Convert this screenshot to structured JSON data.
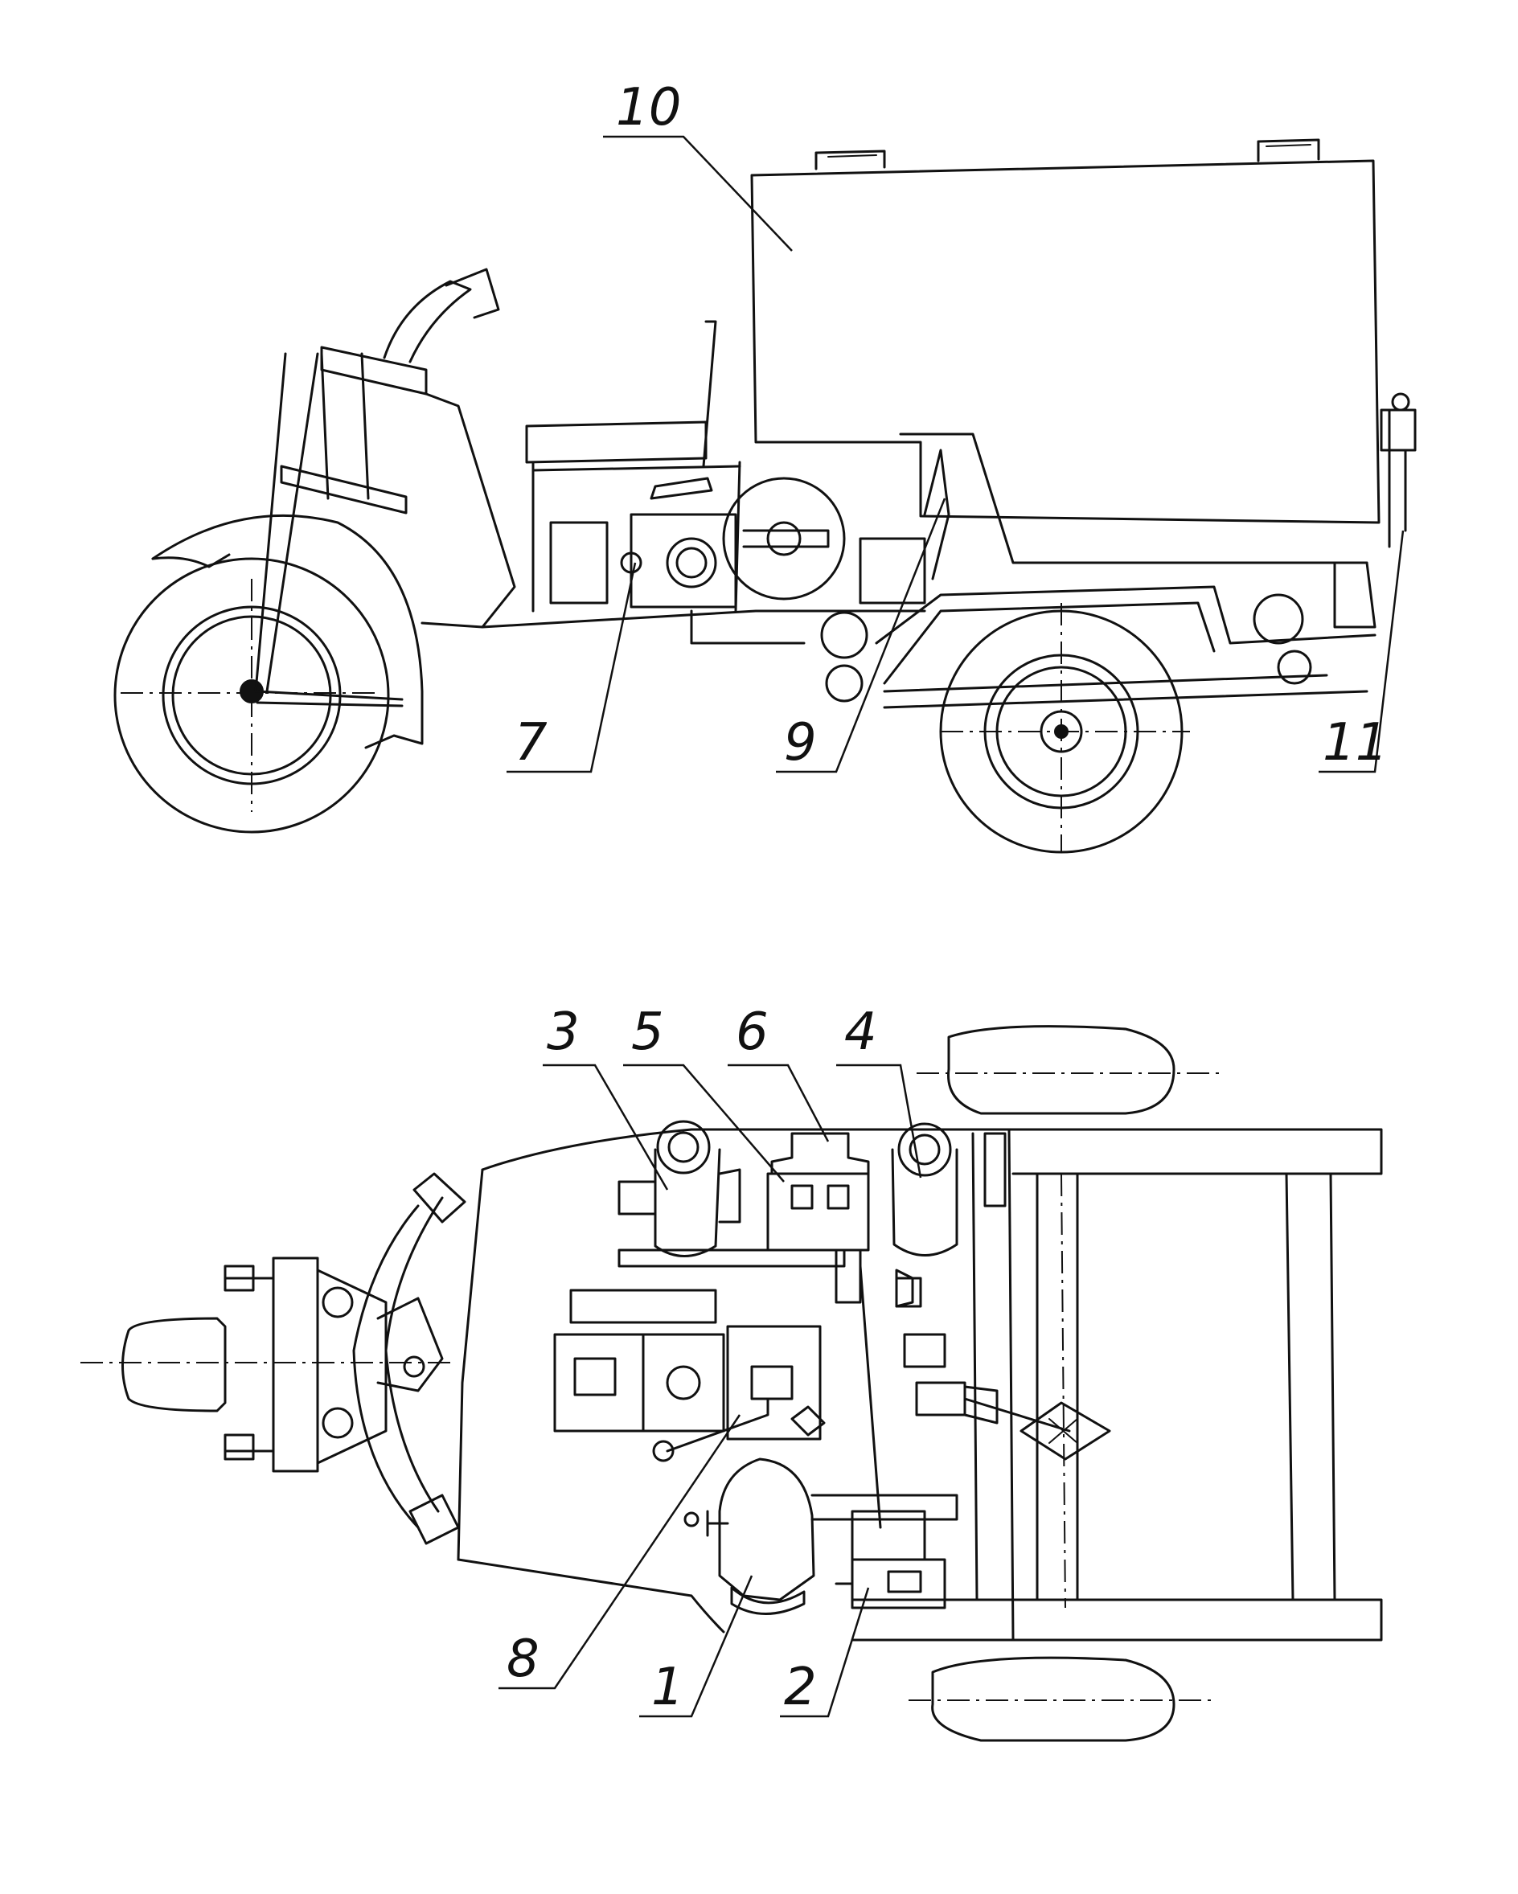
{
  "labels": {
    "l10": "10",
    "l7": "7",
    "l9": "9",
    "l11": "11",
    "l3": "3",
    "l5": "5",
    "l6": "6",
    "l4": "4",
    "l8": "8",
    "l1": "1",
    "l2": "2"
  }
}
